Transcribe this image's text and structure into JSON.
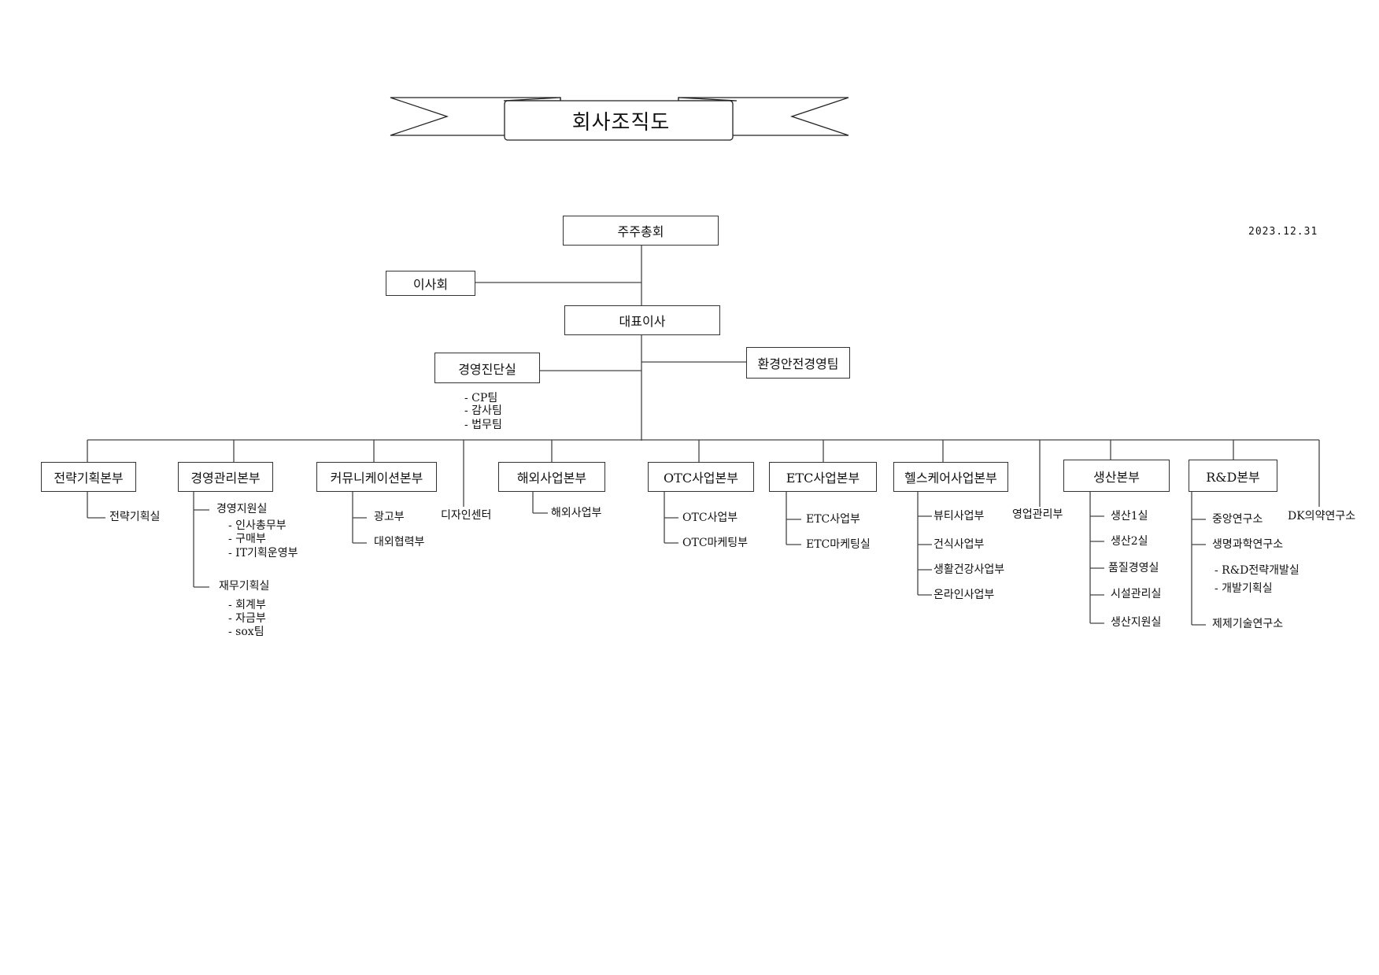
{
  "title": "회사조직도",
  "date": "2023.12.31",
  "top": {
    "shareholders": "주주총회",
    "board": "이사회",
    "ceo": "대표이사",
    "diagnosis": "경영진단실",
    "diagnosis_teams": [
      "- CP팀",
      "- 감사팀",
      "- 법무팀"
    ],
    "env_team": "환경안전경영팀"
  },
  "divisions": {
    "strategy": {
      "label": "전략기획본부",
      "items": [
        "전략기획실"
      ]
    },
    "management": {
      "label": "경영관리본부",
      "support": "경영지원실",
      "support_items": [
        "- 인사총무부",
        "- 구매부",
        "- IT기획운영부"
      ],
      "finance": "재무기획실",
      "finance_items": [
        "- 회계부",
        "- 자금부",
        "- sox팀"
      ]
    },
    "communication": {
      "label": "커뮤니케이션본부",
      "items": [
        "광고부",
        "대외협력부"
      ]
    },
    "design": {
      "label": "디자인센터"
    },
    "overseas": {
      "label": "해외사업본부",
      "items": [
        "해외사업부"
      ]
    },
    "otc": {
      "label": "OTC사업본부",
      "items": [
        "OTC사업부",
        "OTC마케팅부"
      ]
    },
    "etc": {
      "label": "ETC사업본부",
      "items": [
        "ETC사업부",
        "ETC마케팅실"
      ]
    },
    "healthcare": {
      "label": "헬스케어사업본부",
      "items": [
        "뷰티사업부",
        "건식사업부",
        "생활건강사업부",
        "온라인사업부"
      ]
    },
    "sales_mgmt": {
      "label": "영업관리부"
    },
    "production": {
      "label": "생산본부",
      "items": [
        "생산1실",
        "생산2실",
        "품질경영실",
        "시설관리실",
        "생산지원실"
      ]
    },
    "rnd": {
      "label": "R&D본부",
      "central": "중앙연구소",
      "bio": "생명과학연구소",
      "bio_items": [
        "- R&D전략개발실",
        "- 개발기획실"
      ],
      "formulation": "제제기술연구소"
    },
    "dk": {
      "label": "DK의약연구소"
    }
  },
  "colors": {
    "line": "#444444",
    "box_border": "#333333",
    "background": "#ffffff"
  }
}
